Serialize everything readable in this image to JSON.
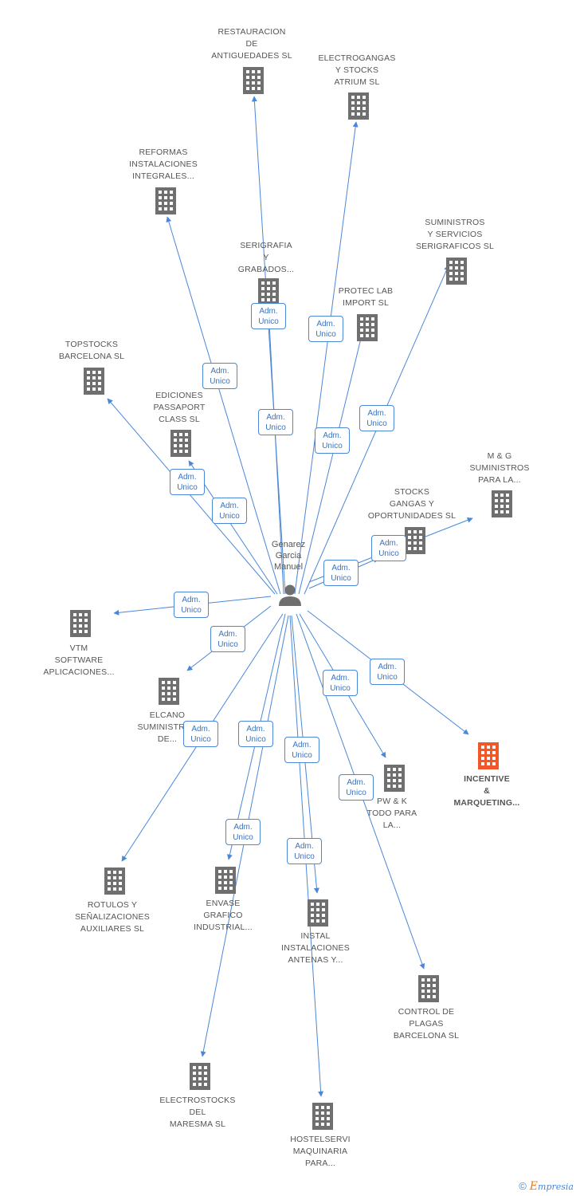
{
  "center": {
    "name_lines": [
      "Genarez",
      "Garcia",
      "Manuel"
    ],
    "icon": "person-icon"
  },
  "badge_text": [
    "Adm.",
    "Unico"
  ],
  "companies": [
    {
      "id": "restauracion",
      "lines": [
        "RESTAURACION",
        "DE",
        "ANTIGUEDADES SL"
      ],
      "icon": "building-icon"
    },
    {
      "id": "electrogangas",
      "lines": [
        "ELECTROGANGAS",
        "Y STOCKS",
        "ATRIUM SL"
      ],
      "icon": "building-icon"
    },
    {
      "id": "reformas",
      "lines": [
        "REFORMAS",
        "INSTALACIONES",
        "INTEGRALES..."
      ],
      "icon": "building-icon"
    },
    {
      "id": "serigrafia",
      "lines": [
        "SERIGRAFIA",
        "Y",
        "GRABADOS..."
      ],
      "icon": "building-icon"
    },
    {
      "id": "suministros-serigraficos",
      "lines": [
        "SUMINISTROS",
        "Y SERVICIOS",
        "SERIGRAFICOS SL"
      ],
      "icon": "building-icon"
    },
    {
      "id": "protec",
      "lines": [
        "PROTEC LAB",
        "IMPORT SL"
      ],
      "icon": "building-icon"
    },
    {
      "id": "topstocks",
      "lines": [
        "TOPSTOCKS",
        "BARCELONA SL"
      ],
      "icon": "building-icon"
    },
    {
      "id": "ediciones",
      "lines": [
        "EDICIONES",
        "PASSAPORT",
        "CLASS SL"
      ],
      "icon": "building-icon"
    },
    {
      "id": "mg",
      "lines": [
        "M & G",
        "SUMINISTROS",
        "PARA LA..."
      ],
      "icon": "building-icon"
    },
    {
      "id": "stocks-gangas",
      "lines": [
        "STOCKS",
        "GANGAS Y",
        "OPORTUNIDADES SL"
      ],
      "icon": "building-icon"
    },
    {
      "id": "vtm",
      "lines": [
        "VTM",
        "SOFTWARE",
        "APLICACIONES..."
      ],
      "icon": "building-icon"
    },
    {
      "id": "elcano",
      "lines": [
        "ELCANO",
        "SUMINISTROS",
        "DE..."
      ],
      "icon": "building-icon"
    },
    {
      "id": "incentive",
      "lines": [
        "INCENTIVE",
        "&",
        "MARQUETING..."
      ],
      "icon": "building-icon",
      "highlight": true
    },
    {
      "id": "pwk",
      "lines": [
        "PW & K",
        "TODO PARA",
        "LA..."
      ],
      "icon": "building-icon"
    },
    {
      "id": "rotulos",
      "lines": [
        "ROTULOS Y",
        "SEÑALIZACIONES",
        "AUXILIARES SL"
      ],
      "icon": "building-icon"
    },
    {
      "id": "envase",
      "lines": [
        "ENVASE",
        "GRAFICO",
        "INDUSTRIAL..."
      ],
      "icon": "building-icon"
    },
    {
      "id": "instal",
      "lines": [
        "INSTAL",
        "INSTALACIONES",
        "ANTENAS Y..."
      ],
      "icon": "building-icon"
    },
    {
      "id": "control",
      "lines": [
        "CONTROL DE",
        "PLAGAS",
        "BARCELONA SL"
      ],
      "icon": "building-icon"
    },
    {
      "id": "electrostocks",
      "lines": [
        "ELECTROSTOCKS",
        "DEL",
        "MARESMA SL"
      ],
      "icon": "building-icon"
    },
    {
      "id": "hostelservi",
      "lines": [
        "HOSTELSERVI",
        "MAQUINARIA",
        "PARA..."
      ],
      "icon": "building-icon"
    }
  ],
  "colors": {
    "edge": "#4a87d8",
    "building": "#6f6f6f",
    "building_highlight": "#f0582a",
    "person": "#6f6f6f"
  },
  "footer": {
    "copyright": "©",
    "brand_initial": "E",
    "brand_rest": "mpresia"
  }
}
